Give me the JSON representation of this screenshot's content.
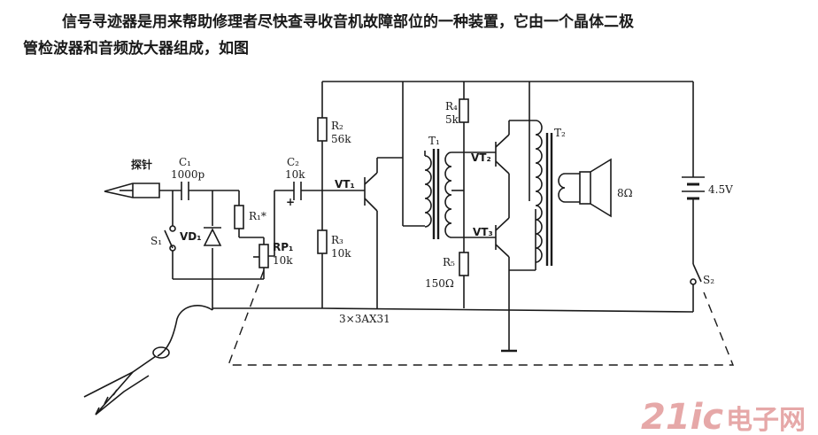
{
  "caption": {
    "line1": "信号寻迹器是用来帮助修理者尽快查寻收音机故障部位的一种装置，它由一个晶体二极",
    "line2": "管检波器和音频放大器组成，如图"
  },
  "labels": {
    "probe": "探针",
    "c1": "C₁",
    "c1_val": "1000p",
    "s1": "S₁",
    "vd1": "VD₁",
    "r1": "R₁*",
    "rp1": "RP₁",
    "rp1_val": "10k",
    "c2": "C₂",
    "c2_val": "10k",
    "c2_plus": "+",
    "r2": "R₂",
    "r2_val": "56k",
    "r3": "R₃",
    "r3_val": "10k",
    "vt1": "VT₁",
    "t1": "T₁",
    "r4": "R₄",
    "r4_val": "5k",
    "vt2": "VT₂",
    "vt3": "VT₃",
    "r5": "R₅",
    "r5_val": "150Ω",
    "t2": "T₂",
    "spk_val": "8Ω",
    "batt_val": "4.5V",
    "s2": "S₂",
    "transistors": "3×3AX31"
  },
  "watermark": {
    "brand": "21ic",
    "site": "电子网"
  }
}
